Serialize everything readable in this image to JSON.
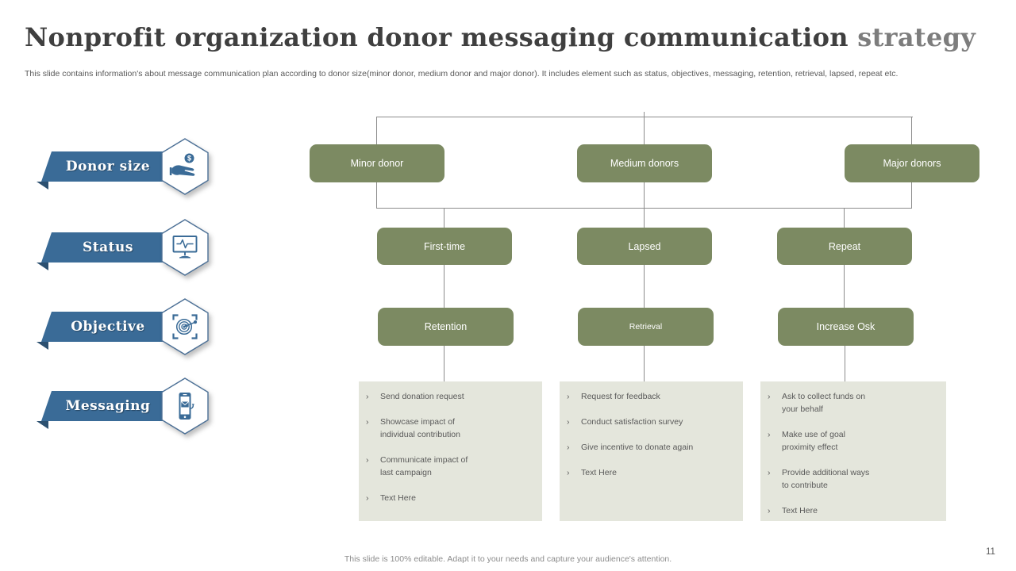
{
  "slide": {
    "title": {
      "main": "Nonprofit organization donor messaging communication ",
      "accent": "strategy"
    },
    "subtitle": "This slide contains information's about message communication plan according to donor size(minor donor, medium donor and major donor). It includes element such as status, objectives, messaging, retention, retrieval, lapsed, repeat etc.",
    "footer": "This slide is 100% editable. Adapt it to your needs and capture your audience's attention.",
    "page_number": "11"
  },
  "sidebar": {
    "items": [
      {
        "label": "Donor size",
        "icon": "dollar-hand-icon"
      },
      {
        "label": "Status",
        "icon": "monitor-pulse-icon"
      },
      {
        "label": "Objective",
        "icon": "target-arrow-icon"
      },
      {
        "label": "Messaging",
        "icon": "phone-mail-icon"
      }
    ]
  },
  "flowchart": {
    "bullet_char": "›",
    "columns": [
      {
        "donor_size": "Minor donor",
        "status": "First-time",
        "objective": "Retention",
        "messages": [
          "Send donation request",
          "Showcase impact of\nindividual contribution",
          "Communicate impact of\nlast campaign",
          "Text Here"
        ]
      },
      {
        "donor_size": "Medium donors",
        "status": "Lapsed",
        "objective": "Retrieval",
        "messages": [
          "Request for feedback",
          "Conduct satisfaction survey",
          "Give incentive to donate again",
          "Text Here"
        ]
      },
      {
        "donor_size": "Major donors",
        "status": "Repeat",
        "objective": "Increase Osk",
        "messages": [
          "Ask to collect funds on\nyour behalf",
          "Make use of goal\nproximity effect",
          "Provide additional ways\nto contribute",
          "Text Here"
        ]
      }
    ]
  },
  "colors": {
    "accent_blue": "#3a6b97",
    "accent_blue_dark": "#2c5070",
    "box_green": "#7c8a62",
    "list_bg": "#e4e6dc",
    "connector_gray": "#8c8c8c",
    "title_dark": "#3f3f3f",
    "title_accent": "#7d7d7d",
    "body_text": "#595959",
    "footer_text": "#8c8c8c"
  }
}
